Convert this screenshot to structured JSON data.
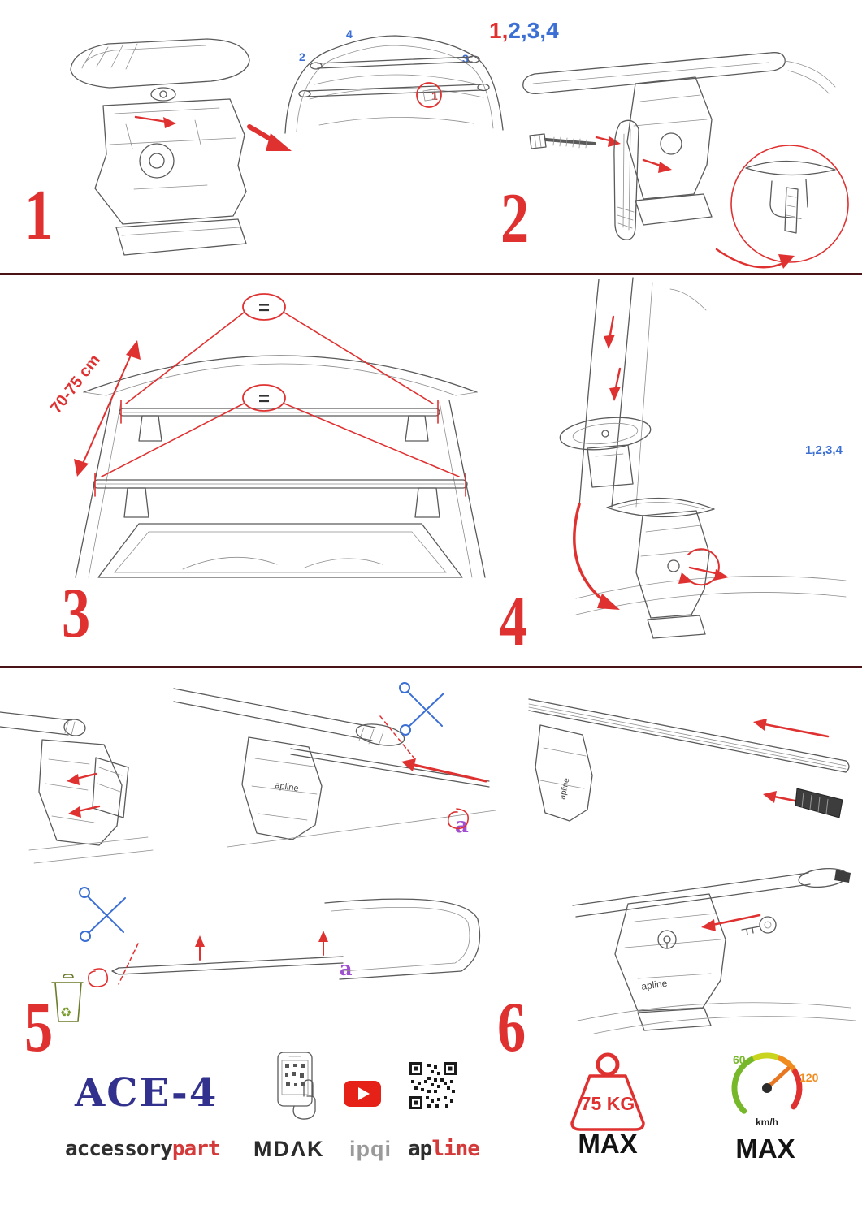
{
  "steps": {
    "one": "1",
    "two": "2",
    "three": "3",
    "four": "4",
    "five": "5",
    "six": "6"
  },
  "annotations": {
    "sequence_top_red": "1,",
    "sequence_top_blue": "2,3,4",
    "bar_num_4": "4",
    "bar_num_2": "2",
    "bar_num_3": "3",
    "bar_num_1": "1",
    "sequence_mid": "1,2,3,4",
    "dimension": "70-75 cm",
    "equal_top": "=",
    "equal_bottom": "=",
    "label_a_cut": "a",
    "label_a_discard": "a"
  },
  "art_labels": {
    "apline_mid": "apline",
    "apline_right": "apline",
    "apline_foot": "apline"
  },
  "icons": {
    "recycle": "♻"
  },
  "branding": {
    "product_code": "ACE-4",
    "accessory": "accessory",
    "part": "part",
    "mdak": "MDΛK",
    "ipqi": "ipqi",
    "apline_ap": "ap",
    "apline_line": "line"
  },
  "limits": {
    "weight": "75 KG",
    "weight_max": "MAX",
    "speed_low": "60",
    "speed_high": "120",
    "speed_unit": "km/h",
    "speed_max": "MAX"
  },
  "colors": {
    "accent_red": "#e03131",
    "blue": "#3b6fd4",
    "purple": "#a04fd0",
    "navy": "#32328e",
    "divider": "#4a1316",
    "ink": "#5a5a5a",
    "green": "#76b82a",
    "yellow": "#c8d41e",
    "orange": "#f08c1e",
    "brand_red": "#d43a3a",
    "gray": "#9a9a9a",
    "youtube_red": "#e62117"
  }
}
